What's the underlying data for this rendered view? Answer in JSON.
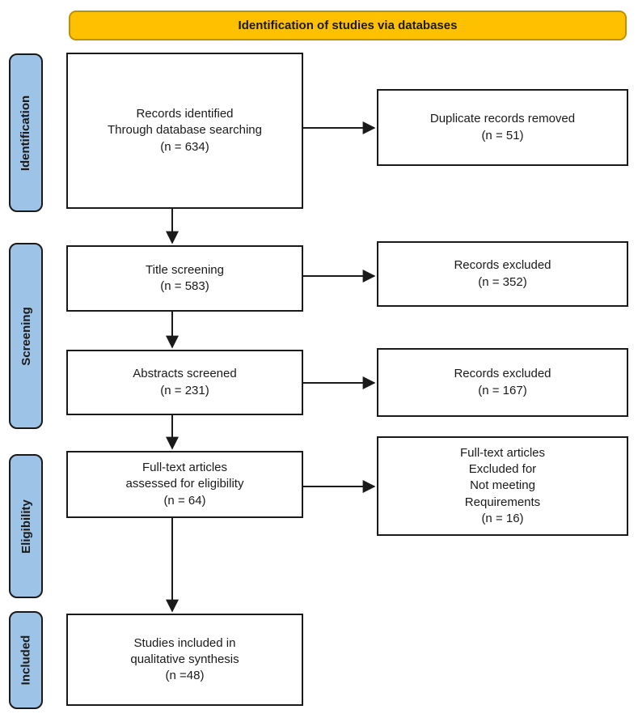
{
  "banner": {
    "label": "Identification of studies via databases"
  },
  "stages": [
    {
      "label": "Identification"
    },
    {
      "label": "Screening"
    },
    {
      "label": "Eligibility"
    },
    {
      "label": "Included"
    }
  ],
  "flow_boxes": [
    {
      "text": "Records identified\nThrough database searching\n(n = 634)"
    },
    {
      "text": "Title screening\n(n = 583)"
    },
    {
      "text": "Abstracts screened\n(n = 231)"
    },
    {
      "text": "Full-text articles\nassessed for eligibility\n(n = 64)"
    },
    {
      "text": "Studies included in\nqualitative synthesis\n(n =48)"
    }
  ],
  "side_boxes": [
    {
      "text": "Duplicate records removed\n(n = 51)"
    },
    {
      "text": "Records excluded\n(n = 352)"
    },
    {
      "text": "Records excluded\n(n = 167)"
    },
    {
      "text": "Full-text articles\nExcluded for\nNot meeting\nRequirements\n(n = 16)"
    }
  ],
  "colors": {
    "banner_fill": "#FFC000",
    "banner_border": "#BF9000",
    "stage_fill": "#9DC3E6",
    "box_border": "#1A1A1A",
    "arrow": "#1A1A1A"
  }
}
